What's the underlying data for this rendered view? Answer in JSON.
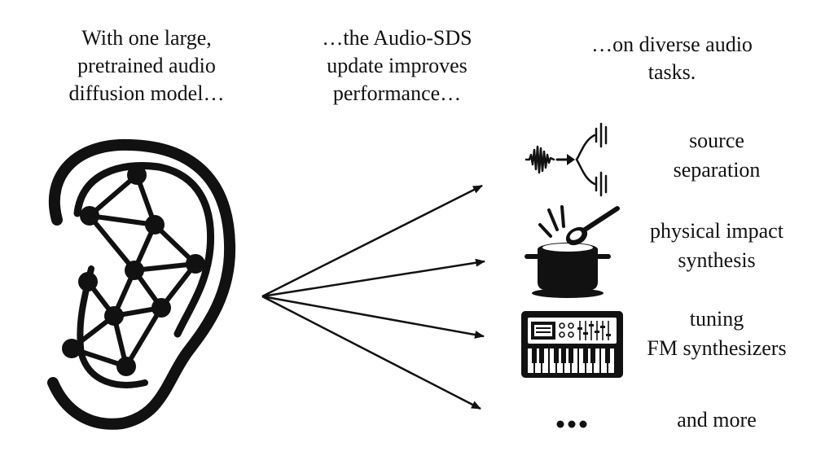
{
  "captions": {
    "left": [
      "With one large,",
      "pretrained audio",
      "diffusion model…"
    ],
    "middle": [
      "…the Audio-SDS",
      "update improves",
      "performance…"
    ],
    "right": [
      "…on diverse audio",
      "tasks."
    ]
  },
  "tasks": [
    {
      "lines": [
        "source",
        "separation"
      ],
      "icon": "waveform-split-icon"
    },
    {
      "lines": [
        "physical impact",
        "synthesis"
      ],
      "icon": "pot-spoon-icon"
    },
    {
      "lines": [
        "tuning",
        "FM synthesizers"
      ],
      "icon": "synthesizer-icon"
    },
    {
      "lines": [
        "and more"
      ],
      "icon": "ellipsis-icon"
    }
  ],
  "icons": {
    "model": "ear-network-icon"
  },
  "colors": {
    "ink": "#111111",
    "background": "#ffffff"
  }
}
